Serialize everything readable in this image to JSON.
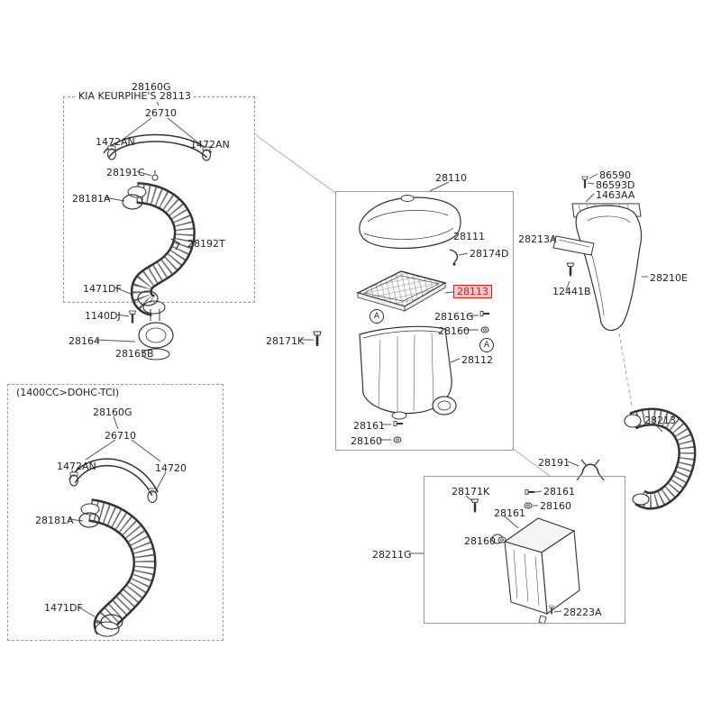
{
  "page": {
    "background": "#ffffff"
  },
  "colors": {
    "highlight": "#cc2222",
    "highlight_bg": "#f6c9c9",
    "line": "#333333",
    "box_border": "#999999"
  },
  "boxes": {
    "top_left_title": "KIA KEURPIHE'S 28113",
    "bottom_left_title": "(1400CC>DOHC-TCI)"
  },
  "markers": {
    "a": "A"
  },
  "labels": {
    "b1_28160G": "28160G",
    "b1_26710": "26710",
    "b1_1472AN_left": "1472AN",
    "b1_1472AN_right": "1472AN",
    "b1_28191C": "28191C",
    "b1_28181A": "28181A",
    "b1_28192T": "28192T",
    "b1_1471DF": "1471DF",
    "tb_1140DJ": "1140DJ",
    "tb_28164": "28164",
    "tb_28165B": "28165B",
    "b2_28160G": "28160G",
    "b2_26710": "26710",
    "b2_1472AN": "1472AN",
    "b2_14720": "14720",
    "b2_28181A": "28181A",
    "b2_1471DF": "1471DF",
    "c_28110": "28110",
    "c_28111": "28111",
    "c_28174D": "28174D",
    "c_28113": "28113",
    "c_28161G": "28161G",
    "c_28160_mid": "28160",
    "c_28112": "28112",
    "c_28171K": "28171K",
    "c_28161_bottom": "28161",
    "c_28160_bottom": "28160",
    "r_86590": "86590",
    "r_86593D": "86593D",
    "r_1463AA": "1463AA",
    "r_28213A": "28213A",
    "r_12441B": "12441B",
    "r_28210E": "28210E",
    "r_28213": "28213",
    "br_28211G": "28211G",
    "br_28191": "28191",
    "br_28171K": "28171K",
    "br_28161_right": "28161",
    "br_28160_right": "28160",
    "br_28161_mid": "28161",
    "br_28160_left": "28160",
    "br_28223A": "28223A"
  }
}
